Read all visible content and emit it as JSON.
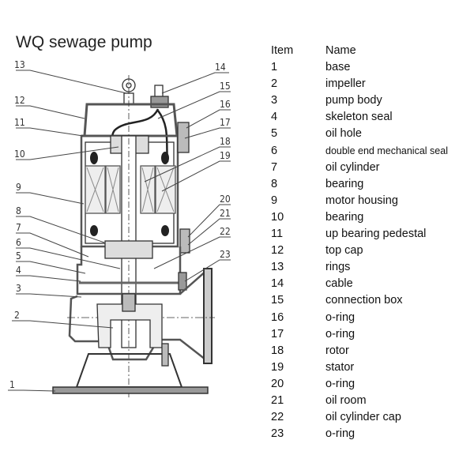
{
  "title": "WQ sewage pump",
  "table": {
    "headers": [
      "Item",
      "Name"
    ],
    "rows": [
      {
        "item": "1",
        "name": "base"
      },
      {
        "item": "2",
        "name": "impeller"
      },
      {
        "item": "3",
        "name": "pump body"
      },
      {
        "item": "4",
        "name": "skeleton seal"
      },
      {
        "item": "5",
        "name": "oil hole"
      },
      {
        "item": "6",
        "name": "double end mechanical seal"
      },
      {
        "item": "7",
        "name": "oil cylinder"
      },
      {
        "item": "8",
        "name": "bearing"
      },
      {
        "item": "9",
        "name": "motor housing"
      },
      {
        "item": "10",
        "name": "bearing"
      },
      {
        "item": "11",
        "name": "up bearing pedestal"
      },
      {
        "item": "12",
        "name": "top cap"
      },
      {
        "item": "13",
        "name": "rings"
      },
      {
        "item": "14",
        "name": "cable"
      },
      {
        "item": "15",
        "name": "connection box"
      },
      {
        "item": "16",
        "name": "o-ring"
      },
      {
        "item": "17",
        "name": "o-ring"
      },
      {
        "item": "18",
        "name": "rotor"
      },
      {
        "item": "19",
        "name": "stator"
      },
      {
        "item": "20",
        "name": "o-ring"
      },
      {
        "item": "21",
        "name": "oil room"
      },
      {
        "item": "22",
        "name": "oil cylinder cap"
      },
      {
        "item": "23",
        "name": "o-ring"
      }
    ]
  },
  "callouts": [
    "1",
    "2",
    "3",
    "4",
    "5",
    "6",
    "7",
    "8",
    "9",
    "10",
    "11",
    "12",
    "13",
    "14",
    "15",
    "16",
    "17",
    "18",
    "19",
    "20",
    "21",
    "22",
    "23"
  ]
}
